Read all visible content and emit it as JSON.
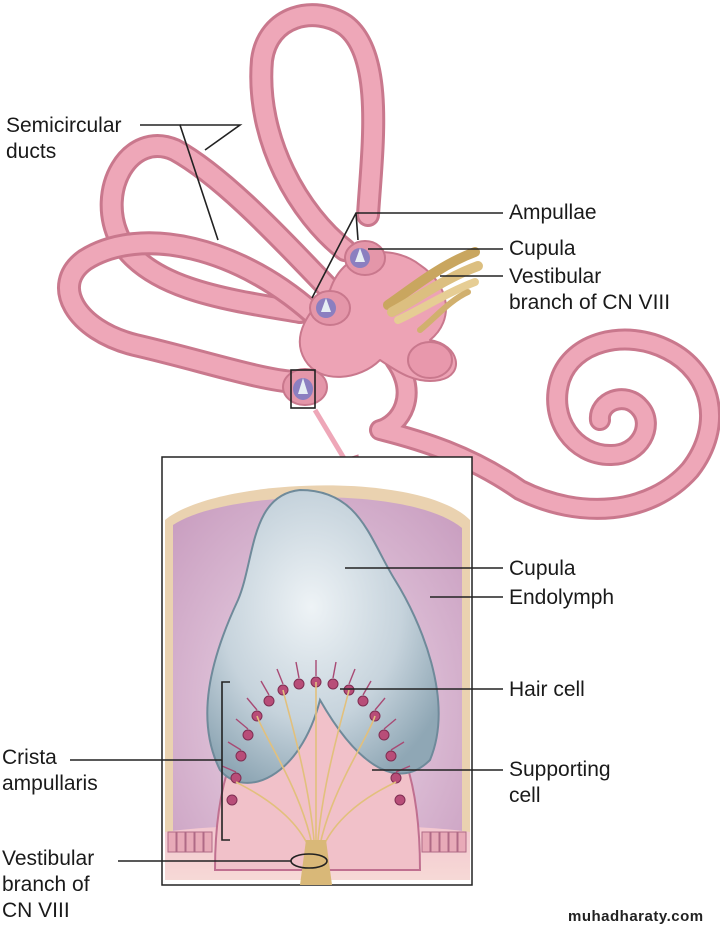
{
  "labels": {
    "semicircular_ducts": [
      "Semicircular",
      "ducts"
    ],
    "ampullae": "Ampullae",
    "cupula_top": "Cupula",
    "vestibular_branch_top": [
      "Vestibular",
      "branch of CN VIII"
    ],
    "cupula_detail": "Cupula",
    "endolymph": "Endolymph",
    "hair_cell": "Hair cell",
    "crista_ampullaris": [
      "Crista",
      "ampullaris"
    ],
    "supporting_cell": [
      "Supporting",
      "cell"
    ],
    "vestibular_branch_bottom": [
      "Vestibular",
      "branch of",
      "CN VIII"
    ]
  },
  "watermark": "muhadharaty.com",
  "colors": {
    "duct_fill": "#e9a0b2",
    "duct_stroke": "#c9788d",
    "nerve": "#d9b878",
    "cupula": "#c9d6df",
    "endolymph": "#e2c2da",
    "hair_cell": "#b84d78",
    "leader_line": "#222222"
  }
}
